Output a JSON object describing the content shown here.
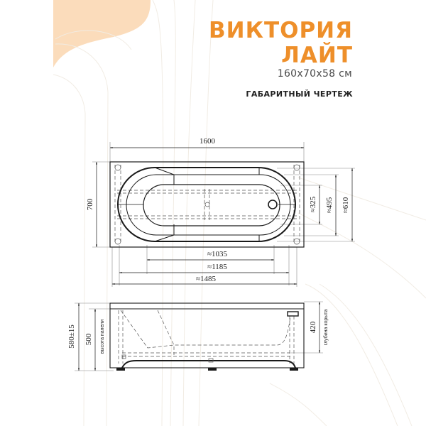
{
  "header": {
    "title_line1": "ВИКТОРИЯ",
    "title_line2": "ЛАЙТ",
    "subtitle": "160x70x58 см",
    "caption": "ГАБАРИТНЫЙ ЧЕРТЕЖ"
  },
  "colors": {
    "accent": "#ee8f2a",
    "peach_shape": "#fbdcbb",
    "line": "#1a1a1a",
    "hidden_line": "#555555",
    "background_lines": "#f1ece4"
  },
  "top_view": {
    "overall_length": "1600",
    "overall_width": "700",
    "inner_widths": [
      "≈325",
      "≈495",
      "≈610"
    ],
    "inner_lengths": [
      "≈1035",
      "≈1185",
      "≈1485"
    ]
  },
  "side_view": {
    "total_height": "580±15",
    "panel_height_value": "500",
    "panel_height_label": "высота панели",
    "tub_depth_value": "420",
    "tub_depth_label": "глубина корыта"
  }
}
